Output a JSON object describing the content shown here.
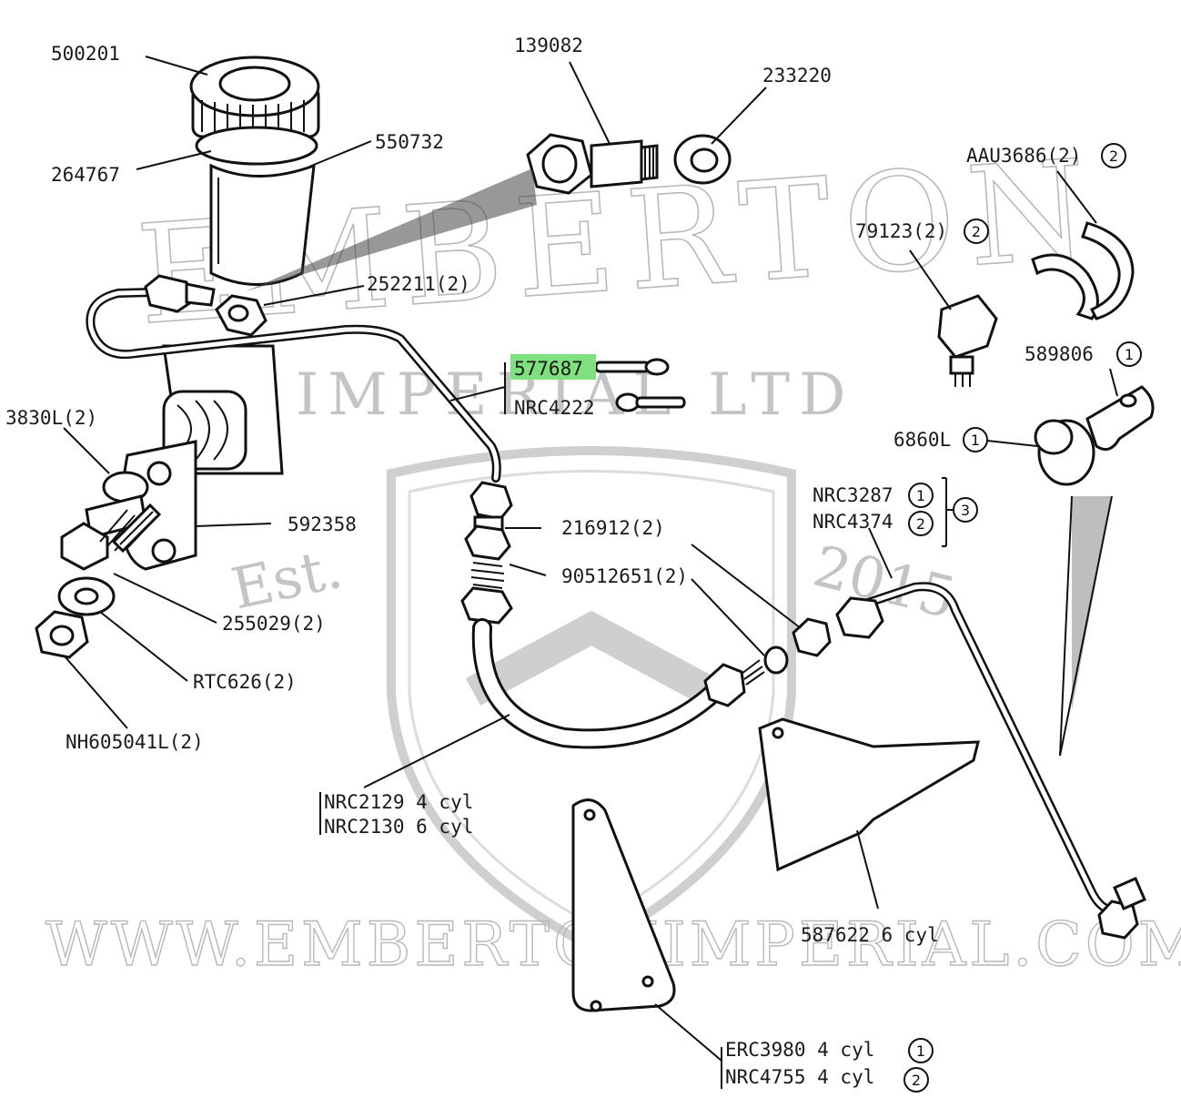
{
  "watermark": {
    "brand": "EMBERTON",
    "sub": "IMPERIAL LTD",
    "est": "Est.",
    "year": "2015",
    "url": "WWW.EMBERTONIMPERIAL.COM"
  },
  "highlight_color": "#7ee07e",
  "labels": {
    "p500201": "500201",
    "p264767": "264767",
    "p550732": "550732",
    "p139082": "139082",
    "p233220": "233220",
    "p252211": "252211(2)",
    "p577687": "577687",
    "pNRC4222": "NRC4222",
    "pAAU3686": "AAU3686(2)",
    "pAAU3686_c": "2",
    "p79123": "79123(2)",
    "p79123_c": "2",
    "p589806": "589806",
    "p589806_c": "1",
    "p6860L": "6860L",
    "p6860L_c": "1",
    "p3830L": "3830L(2)",
    "p592358": "592358",
    "p216912": "216912(2)",
    "p90512651": "90512651(2)",
    "p255029": "255029(2)",
    "pRTC626": "RTC626(2)",
    "pNH605041L": "NH605041L(2)",
    "pNRC3287": "NRC3287",
    "pNRC3287_c": "1",
    "pNRC4374": "NRC4374",
    "pNRC4374_c": "2",
    "bracket_c": "3",
    "pNRC2129": "NRC2129 4 cyl",
    "pNRC2130": "NRC2130 6 cyl",
    "p587622": "587622 6 cyl",
    "pERC3980": "ERC3980 4 cyl",
    "pERC3980_c": "1",
    "pNRC4755": "NRC4755 4 cyl",
    "pNRC4755_c": "2"
  }
}
